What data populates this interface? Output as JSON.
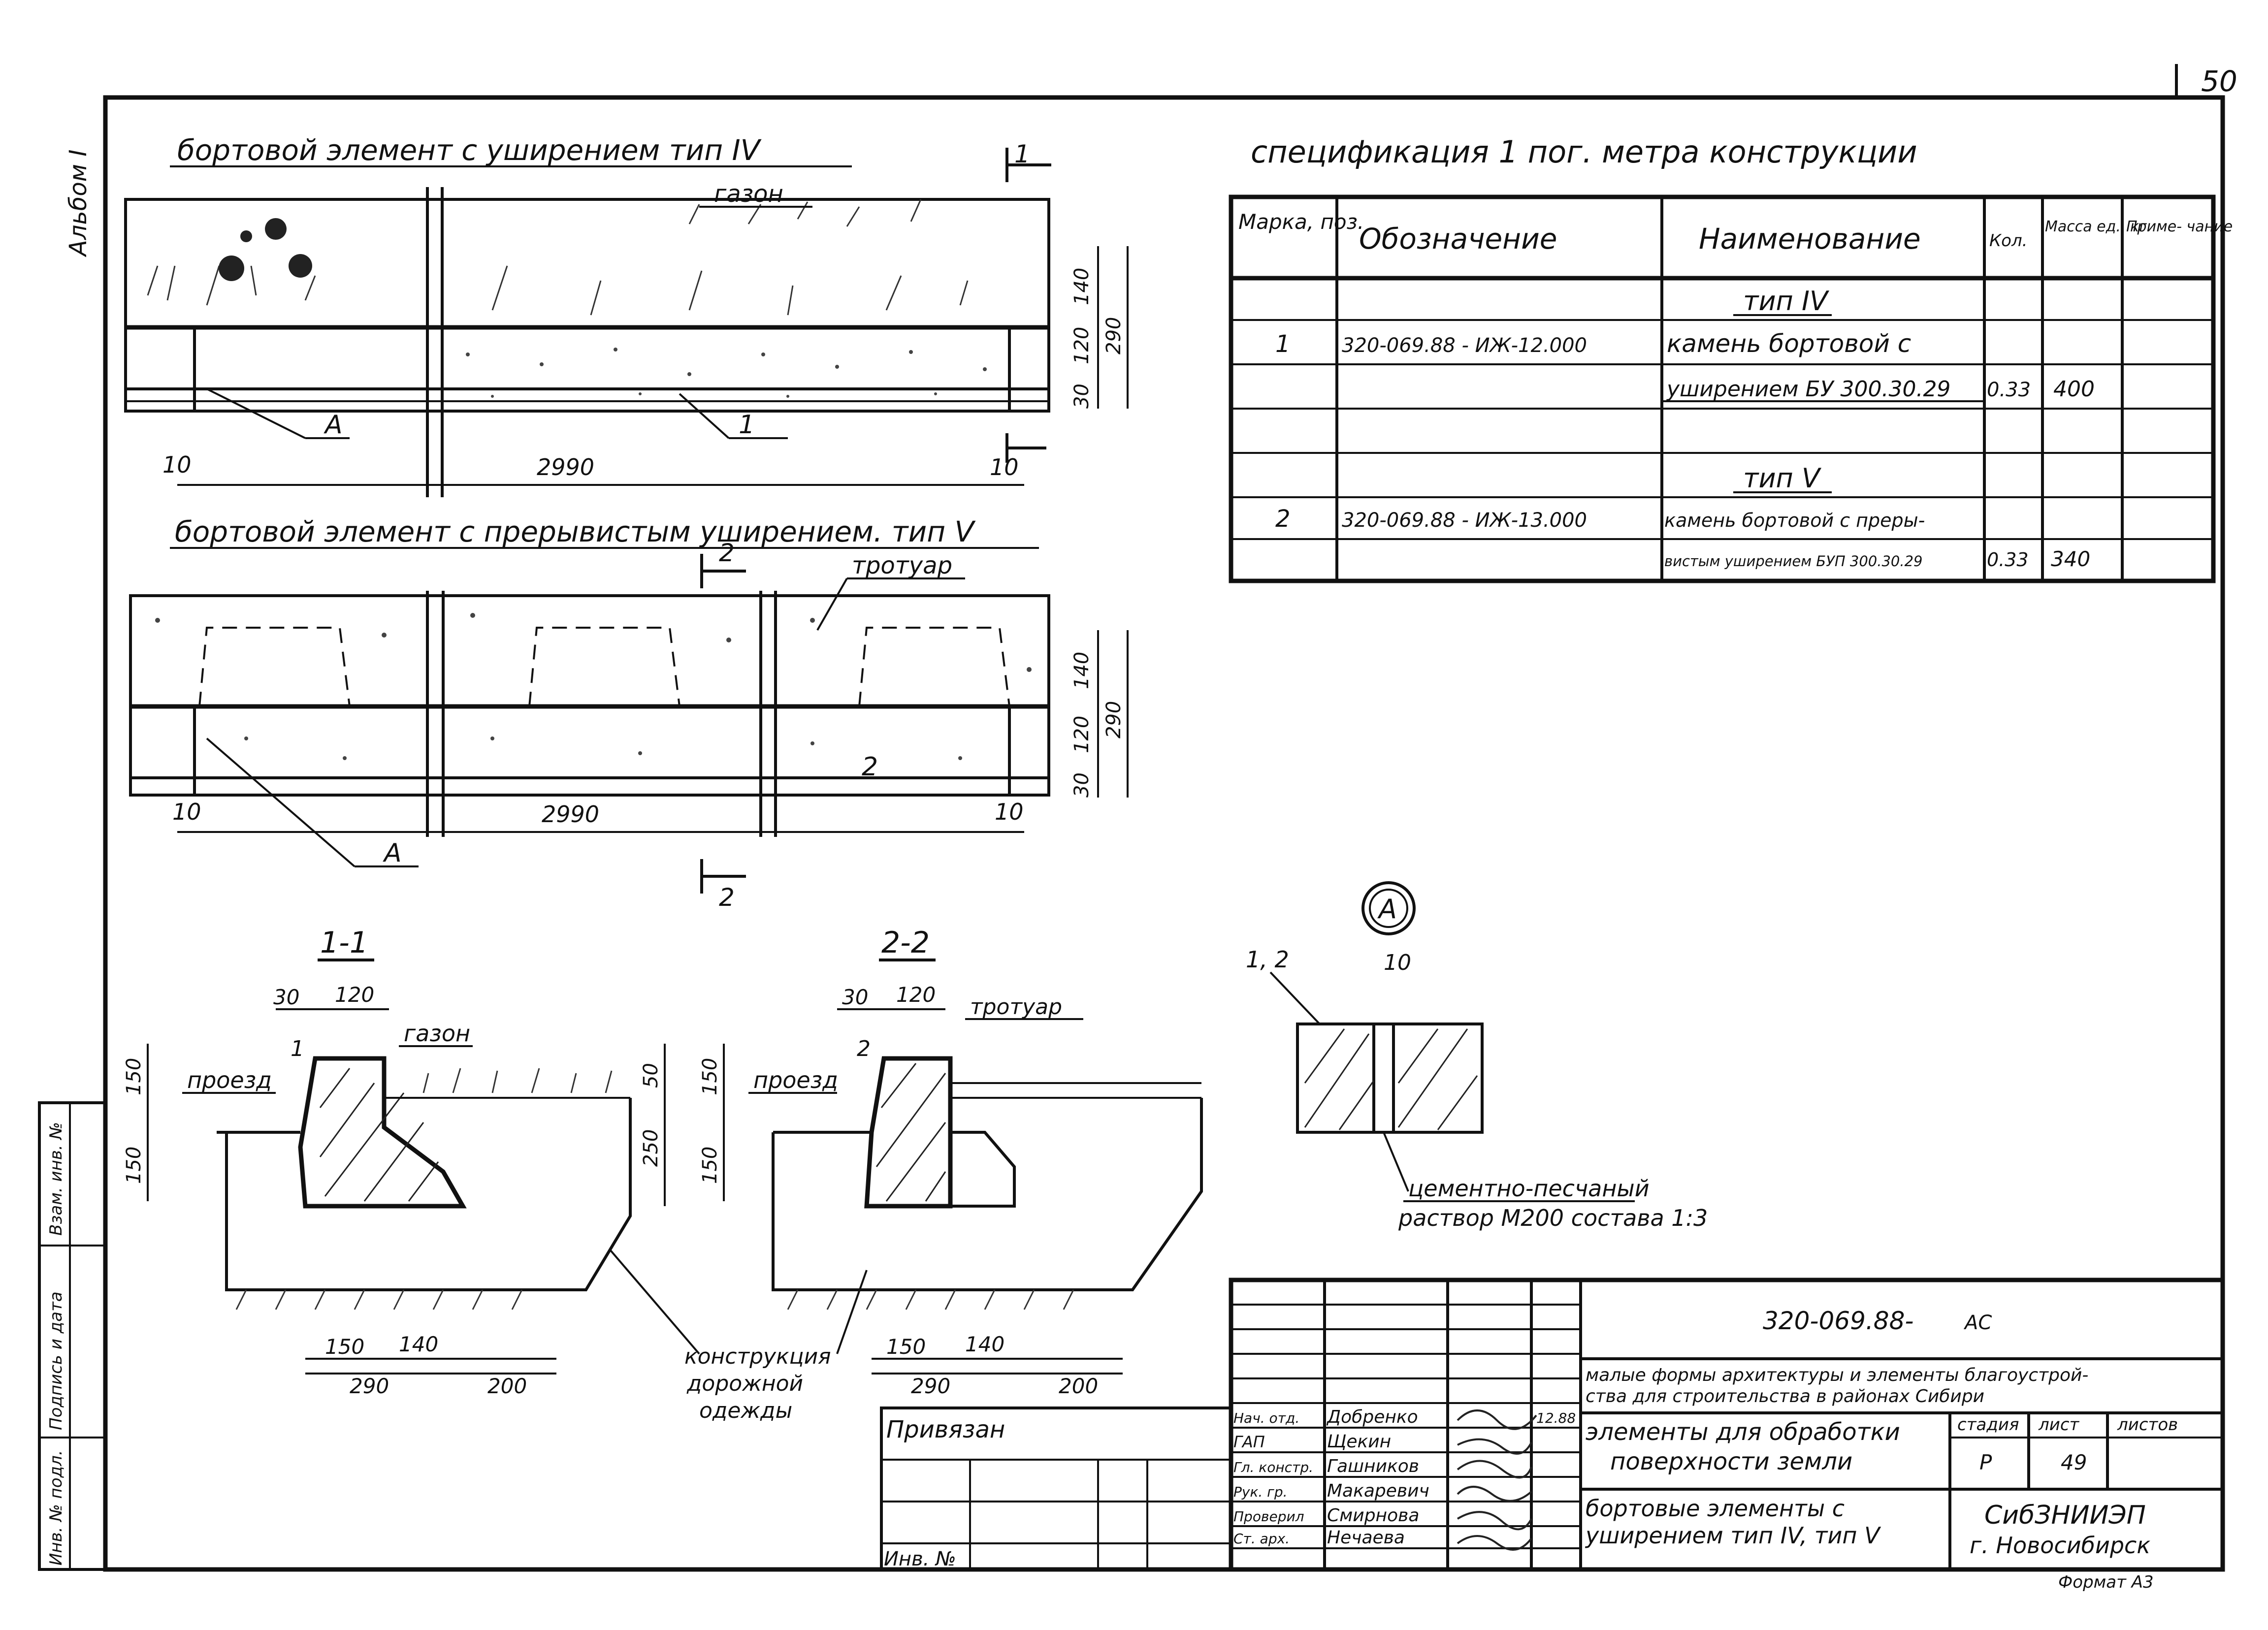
{
  "sheet": {
    "page_number": "50",
    "album_label": "Альбом I",
    "side_stamp": [
      "Инв. № подл.",
      "Подпись и дата",
      "Взам. инв. №"
    ]
  },
  "top_drawing": {
    "title": "бортовой элемент с уширением тип IV",
    "lawn_label": "газон",
    "section_mark": "1",
    "dims": {
      "left": "10",
      "length": "2990",
      "right": "10",
      "h1": "140",
      "h2": "120",
      "h3": "30",
      "total": "290"
    },
    "callouts": [
      "A",
      "1"
    ]
  },
  "middle_drawing": {
    "title": "бортовой элемент с прерывистым уширением. тип V",
    "sidewalk_label": "тротуар",
    "section_mark": "2",
    "dims": {
      "left": "10",
      "length": "2990",
      "right": "10",
      "h1": "140",
      "h2": "120",
      "h3": "30",
      "total": "290"
    },
    "callouts": [
      "A",
      "2"
    ]
  },
  "section_1": {
    "title": "1-1",
    "dim_top": [
      "30",
      "120"
    ],
    "pos": "1",
    "lawn_label": "газон",
    "road_label": "проезд",
    "dims_left": [
      "150",
      "150"
    ],
    "dims_right": [
      "50",
      "250"
    ],
    "dims_bottom": [
      "150",
      "140",
      "290",
      "200"
    ]
  },
  "section_2": {
    "title": "2-2",
    "dim_top": [
      "30",
      "120"
    ],
    "pos": "2",
    "sidewalk_label": "тротуар",
    "road_label": "проезд",
    "dims_left": [
      "150",
      "150"
    ],
    "dims_bottom": [
      "150",
      "140",
      "290",
      "200"
    ]
  },
  "road_construction_label": [
    "конструкция",
    "дорожной",
    "одежды"
  ],
  "detail_a": {
    "marker": "А",
    "pos": "1, 2",
    "gap": "10",
    "note": [
      "цементно-песчаный",
      "раствор М200 состава 1:3"
    ]
  },
  "spec": {
    "title": "спецификация 1 пог. метра конструкции",
    "headers": [
      "Марка, поз.",
      "Обозначение",
      "Наименование",
      "Кол.",
      "Масса ед., кг",
      "Приме- чание"
    ],
    "rows": [
      [
        "",
        "",
        "тип IV",
        "",
        "",
        ""
      ],
      [
        "1",
        "320-069.88 - ИЖ-12.000",
        "камень бортовой с",
        "",
        "",
        ""
      ],
      [
        "",
        "",
        "уширением БУ 300.30.29",
        "0.33",
        "400",
        ""
      ],
      [
        "",
        "",
        "",
        "",
        "",
        ""
      ],
      [
        "",
        "",
        "тип V",
        "",
        "",
        ""
      ],
      [
        "2",
        "320-069.88 - ИЖ-13.000",
        "камень бортовой с преры-",
        "",
        "",
        ""
      ],
      [
        "",
        "",
        "вистым уширением БУП 300.30.29",
        "0.33",
        "340",
        ""
      ]
    ]
  },
  "title_block": {
    "code": "320-069.88-",
    "code_suffix": "АС",
    "project": [
      "малые формы архитектуры и элементы благоустрой-",
      "ства для строительства в районах Сибири"
    ],
    "sheet_subject": [
      "элементы для обработки",
      "поверхности земли"
    ],
    "drawing_name": [
      "бортовые элементы с",
      "уширением тип IV, тип V"
    ],
    "stage_header": "стадия",
    "sheet_header": "лист",
    "sheets_header": "листов",
    "stage": "Р",
    "sheet": "49",
    "org": [
      "СибЗНИИЭП",
      "г. Новосибирск"
    ],
    "bind_label": "Привязан",
    "inv_label": "Инв. №",
    "roles": [
      "Нач. отд.",
      "ГАП",
      "Гл. констр.",
      "Рук. гр.",
      "Проверил",
      "Ст. арх."
    ],
    "names": [
      "Добренко",
      "Щекин",
      "Гашников",
      "Макаревич",
      "Смирнова",
      "Нечаева"
    ],
    "date": "12.88",
    "format": "Формат А3"
  }
}
